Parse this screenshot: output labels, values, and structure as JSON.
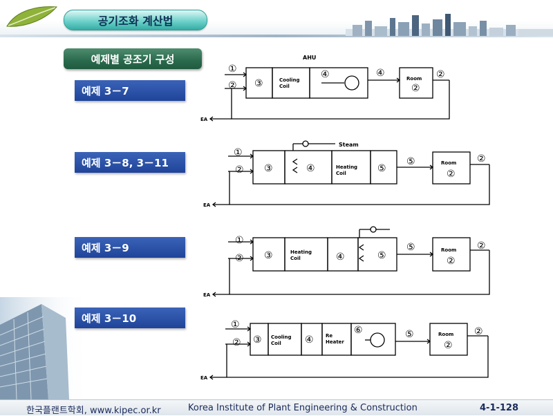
{
  "header": {
    "title": "공기조화 계산법"
  },
  "section": {
    "title": "예제별 공조기 구성"
  },
  "examples": [
    {
      "label": "예제 3－7"
    },
    {
      "label": "예제 3－8, 3－11"
    },
    {
      "label": "예제 3－9"
    },
    {
      "label": "예제 3－10"
    }
  ],
  "diagrams": {
    "d1": {
      "top_label": "AHU",
      "n1": "①",
      "n2": "②",
      "n3": "③",
      "n4": "④",
      "n4b": "④",
      "n2r": "②",
      "n2room": "②",
      "coil": [
        "Cooling",
        "Coil"
      ],
      "room": "Room",
      "ea": "EA"
    },
    "d2": {
      "steam": "Steam",
      "n1": "①",
      "n2": "②",
      "n3": "③",
      "n4": "④",
      "n5": "⑤",
      "n5b": "⑤",
      "n2r": "②",
      "n2room": "②",
      "coil": [
        "Heating",
        "Coil"
      ],
      "room": "Room",
      "ea": "EA"
    },
    "d3": {
      "n1": "①",
      "n2": "②",
      "n3": "③",
      "n4": "④",
      "n5": "⑤",
      "n5b": "⑤",
      "n2r": "②",
      "n2room": "②",
      "coil": [
        "Heating",
        "Coil"
      ],
      "room": "Room",
      "ea": "EA"
    },
    "d4": {
      "n1": "①",
      "n2": "②",
      "n3": "③",
      "n4": "④",
      "n6": "⑥",
      "n5": "⑤",
      "n2r": "②",
      "n2room": "②",
      "coil": [
        "Cooling",
        "Coil"
      ],
      "reheater": [
        "Re",
        "Heater"
      ],
      "room": "Room",
      "ea": "EA"
    }
  },
  "footer": {
    "org_kr": "한국플랜트학회, www.kipec.or.kr",
    "org_en": "Korea Institute of Plant Engineering & Construction",
    "page": "4-1-128"
  },
  "colors": {
    "title_teal": "#34aca4",
    "section_green": "#2a6a4c",
    "label_blue": "#1f449a"
  }
}
